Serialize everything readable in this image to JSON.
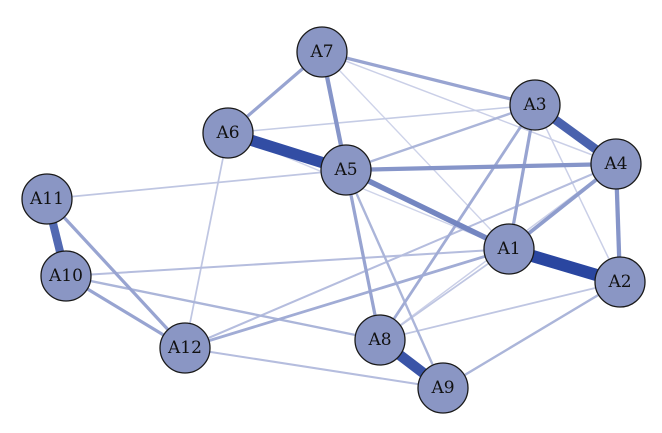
{
  "diagram": {
    "type": "network-graph",
    "nodes": [
      {
        "id": "A1",
        "label": "A1"
      },
      {
        "id": "A2",
        "label": "A2"
      },
      {
        "id": "A3",
        "label": "A3"
      },
      {
        "id": "A4",
        "label": "A4"
      },
      {
        "id": "A5",
        "label": "A5"
      },
      {
        "id": "A6",
        "label": "A6"
      },
      {
        "id": "A7",
        "label": "A7"
      },
      {
        "id": "A8",
        "label": "A8"
      },
      {
        "id": "A9",
        "label": "A9"
      },
      {
        "id": "A10",
        "label": "A10"
      },
      {
        "id": "A11",
        "label": "A11"
      },
      {
        "id": "A12",
        "label": "A12"
      }
    ],
    "edges": [
      {
        "source": "A1",
        "target": "A2",
        "weight": 1.0
      },
      {
        "source": "A5",
        "target": "A6",
        "weight": 0.95
      },
      {
        "source": "A8",
        "target": "A9",
        "weight": 0.9
      },
      {
        "source": "A3",
        "target": "A4",
        "weight": 0.8
      },
      {
        "source": "A10",
        "target": "A11",
        "weight": 0.75
      },
      {
        "source": "A5",
        "target": "A1",
        "weight": 0.55
      },
      {
        "source": "A5",
        "target": "A4",
        "weight": 0.45
      },
      {
        "source": "A7",
        "target": "A5",
        "weight": 0.45
      },
      {
        "source": "A2",
        "target": "A4",
        "weight": 0.45
      },
      {
        "source": "A1",
        "target": "A4",
        "weight": 0.4
      },
      {
        "source": "A6",
        "target": "A7",
        "weight": 0.35
      },
      {
        "source": "A7",
        "target": "A3",
        "weight": 0.35
      },
      {
        "source": "A3",
        "target": "A1",
        "weight": 0.35
      },
      {
        "source": "A11",
        "target": "A12",
        "weight": 0.35
      },
      {
        "source": "A10",
        "target": "A12",
        "weight": 0.35
      },
      {
        "source": "A5",
        "target": "A8",
        "weight": 0.35
      },
      {
        "source": "A12",
        "target": "A1",
        "weight": 0.3
      },
      {
        "source": "A8",
        "target": "A3",
        "weight": 0.3
      },
      {
        "source": "A5",
        "target": "A3",
        "weight": 0.25
      },
      {
        "source": "A2",
        "target": "A9",
        "weight": 0.25
      },
      {
        "source": "A5",
        "target": "A9",
        "weight": 0.25
      },
      {
        "source": "A10",
        "target": "A8",
        "weight": 0.25
      },
      {
        "source": "A12",
        "target": "A4",
        "weight": 0.2
      },
      {
        "source": "A12",
        "target": "A9",
        "weight": 0.2
      },
      {
        "source": "A10",
        "target": "A1",
        "weight": 0.2
      },
      {
        "source": "A11",
        "target": "A5",
        "weight": 0.15
      },
      {
        "source": "A12",
        "target": "A6",
        "weight": 0.15
      },
      {
        "source": "A8",
        "target": "A1",
        "weight": 0.15
      },
      {
        "source": "A8",
        "target": "A2",
        "weight": 0.15
      },
      {
        "source": "A6",
        "target": "A3",
        "weight": 0.12
      },
      {
        "source": "A7",
        "target": "A4",
        "weight": 0.1
      },
      {
        "source": "A7",
        "target": "A1",
        "weight": 0.08
      },
      {
        "source": "A6",
        "target": "A1",
        "weight": 0.08
      },
      {
        "source": "A8",
        "target": "A4",
        "weight": 0.1
      },
      {
        "source": "A3",
        "target": "A2",
        "weight": 0.1
      }
    ],
    "colors": {
      "node_fill": "#8a96c4",
      "node_stroke": "#1a1a1a",
      "edge_strong": "#2a46a0",
      "edge_weak": "#e4e6f3",
      "background": "#ffffff"
    }
  }
}
